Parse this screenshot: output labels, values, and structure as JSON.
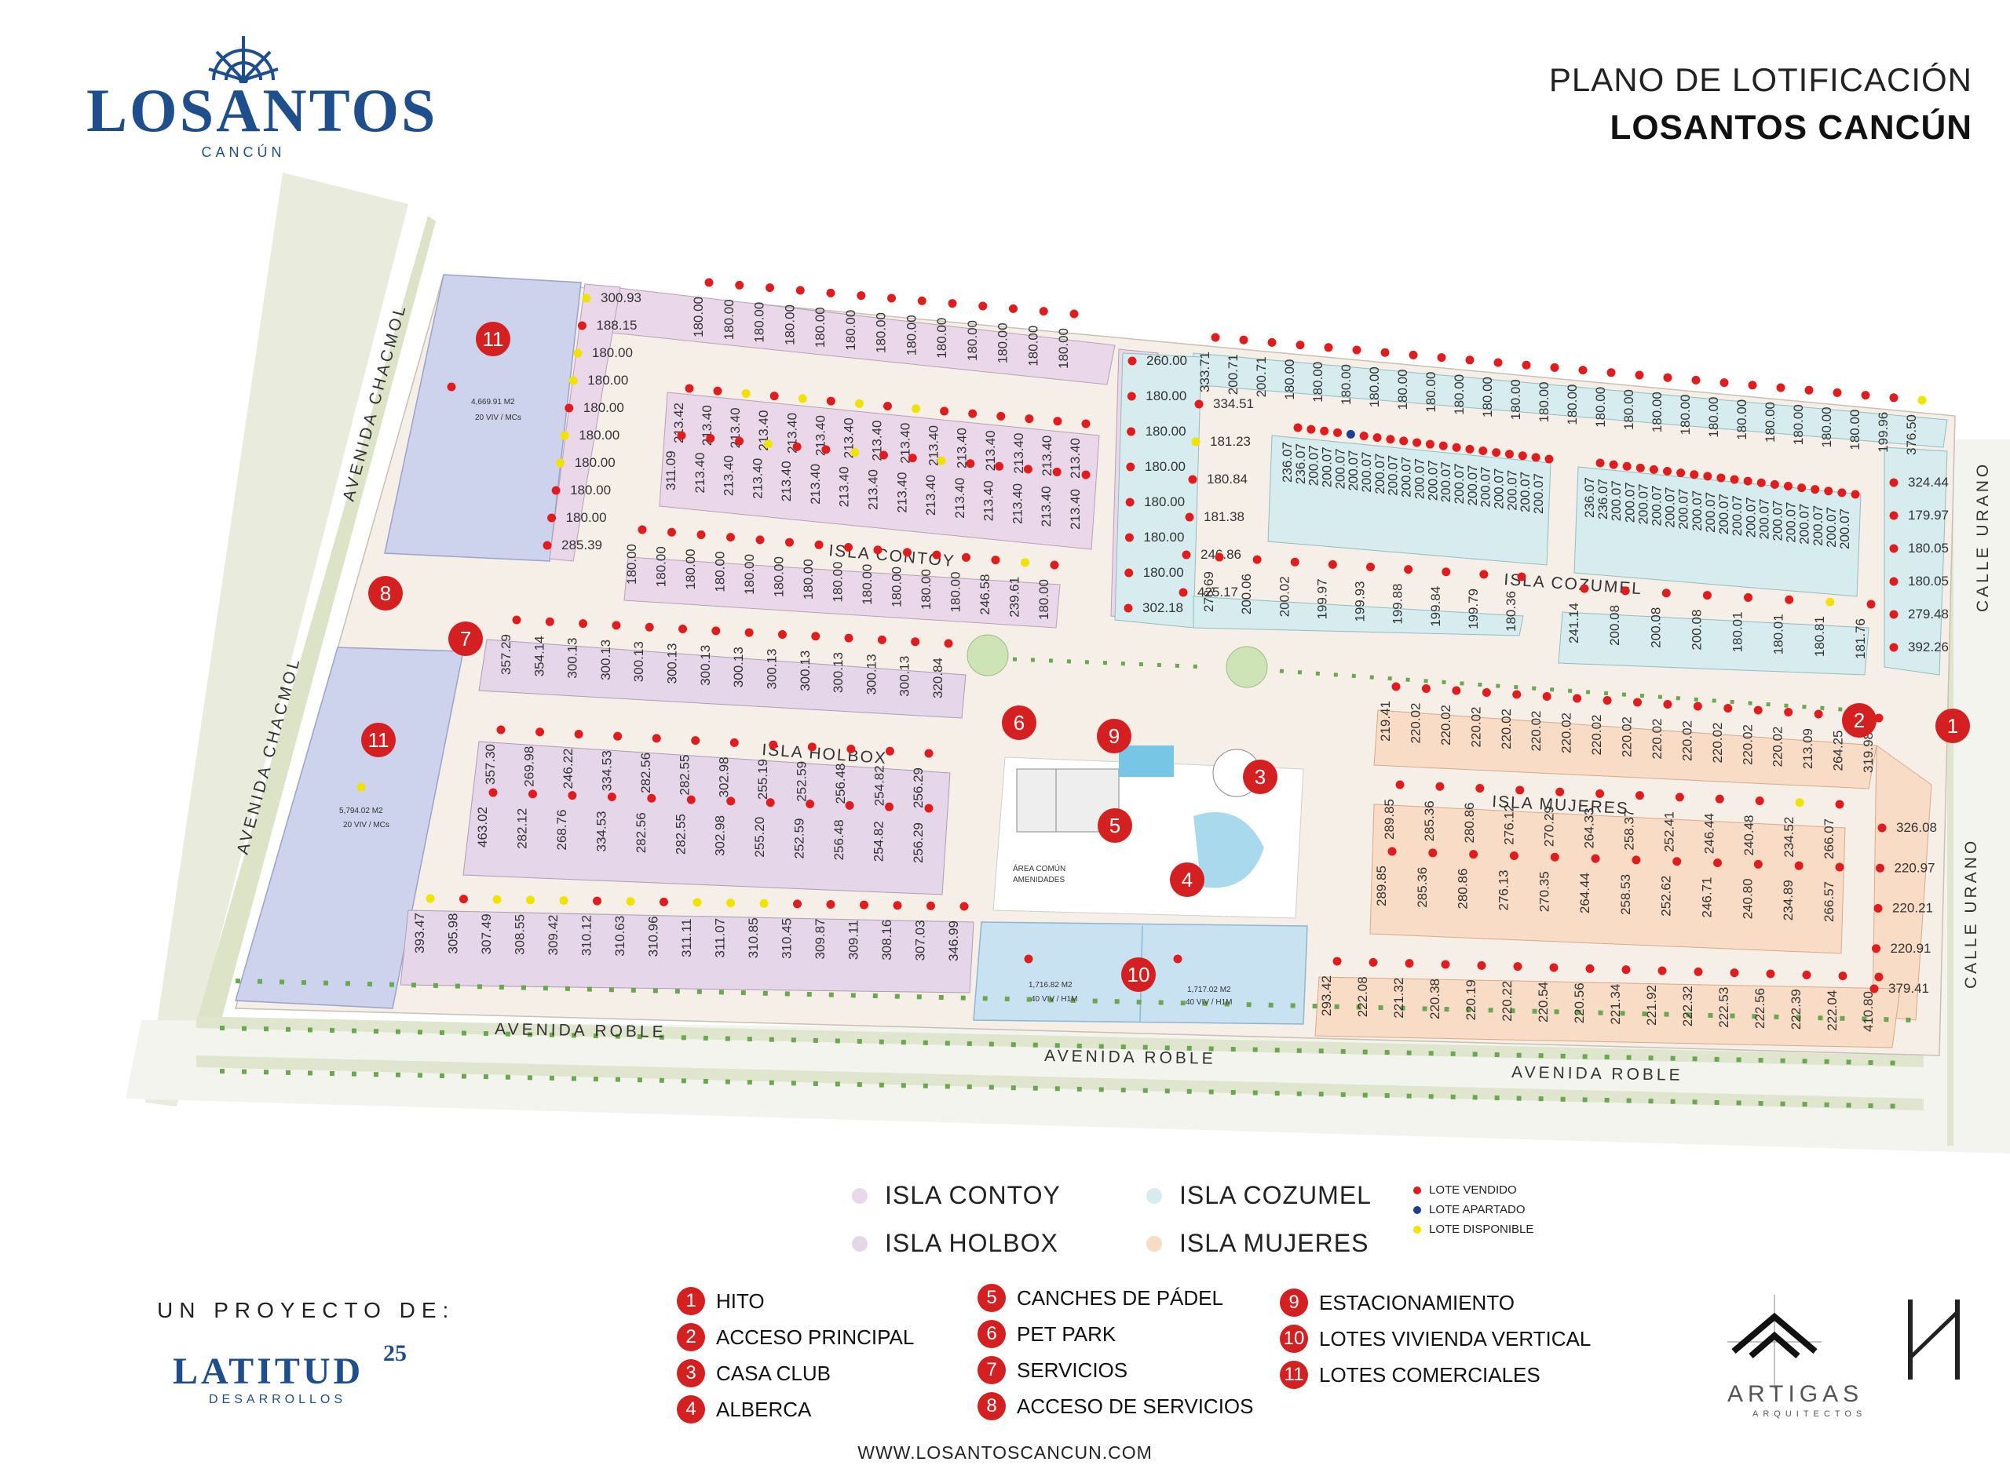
{
  "header": {
    "brand": "LOSANTOS",
    "brand_sub": "CANCÚN",
    "title_line1": "PLANO DE LOTIFICACIÓN",
    "title_line2": "LOSANTOS CANCÚN"
  },
  "roads": {
    "chacmol_top": "AVENIDA CHACMOL",
    "chacmol_bottom": "AVENIDA CHACMOL",
    "roble_1": "AVENIDA ROBLE",
    "roble_2": "AVENIDA ROBLE",
    "roble_3": "AVENIDA ROBLE",
    "urano_top": "CALLE URANO",
    "urano_bottom": "CALLE URANO"
  },
  "islas": {
    "contoy": "ISLA CONTOY",
    "cozumel": "ISLA COZUMEL",
    "holbox": "ISLA HOLBOX",
    "mujeres": "ISLA MUJERES"
  },
  "commercial": {
    "north_area": "4,669.91 M2",
    "north_units": "20 VIV / MCs",
    "south_area": "5,794.02 M2",
    "south_units": "20 VIV / MCs",
    "vertical_west_area": "1,716.82 M2",
    "vertical_west_units": "40 VIV / H1M",
    "vertical_east_area": "1,717.02 M2",
    "vertical_east_units": "40 VIV / H1M",
    "amenity_label_1": "ÁREA COMÚN",
    "amenity_label_2": "AMENIDADES"
  },
  "lots": {
    "contoy_top_row": [
      "180.00",
      "180.00",
      "180.00",
      "180.00",
      "180.00",
      "180.00",
      "180.00",
      "180.00",
      "180.00",
      "180.00",
      "180.00",
      "180.00",
      "180.00"
    ],
    "contoy_left_col": [
      "300.93",
      "188.15",
      "180.00",
      "180.00",
      "180.00",
      "180.00",
      "180.00",
      "180.00",
      "180.00",
      "285.39"
    ],
    "contoy_mid_upper": [
      "213.42",
      "213.40",
      "213.40",
      "213.40",
      "213.40",
      "213.40",
      "213.40",
      "213.40",
      "213.40",
      "213.40",
      "213.40",
      "213.40",
      "213.40",
      "213.40",
      "213.40"
    ],
    "contoy_mid_lower": [
      "311.09",
      "213.40",
      "213.40",
      "213.40",
      "213.40",
      "213.40",
      "213.40",
      "213.40",
      "213.40",
      "213.40",
      "213.40",
      "213.40",
      "213.40",
      "213.40",
      "213.40"
    ],
    "contoy_bottom_row": [
      "180.00",
      "180.00",
      "180.00",
      "180.00",
      "180.00",
      "180.00",
      "180.00",
      "180.00",
      "180.00",
      "180.00",
      "180.00",
      "180.00",
      "246.58",
      "239.61",
      "180.00"
    ],
    "contoy_east_col": [
      "260.00",
      "180.00",
      "180.00",
      "180.00",
      "180.00",
      "180.00",
      "180.00",
      "302.18"
    ],
    "cozumel_top_row": [
      "333.71",
      "200.71",
      "200.71",
      "180.00",
      "180.00",
      "180.00",
      "180.00",
      "180.00",
      "180.00",
      "180.00",
      "180.00",
      "180.00",
      "180.00",
      "180.00",
      "180.00",
      "180.00",
      "180.00",
      "180.00",
      "180.00",
      "180.00",
      "180.00",
      "180.00",
      "180.00",
      "180.00",
      "199.96",
      "376.50"
    ],
    "cozumel_west_col": [
      "334.51",
      "181.23",
      "180.84",
      "181.38",
      "246.86",
      "425.17"
    ],
    "cozumel_block_a": [
      "236.07",
      "236.07",
      "200.07",
      "200.07",
      "200.07",
      "200.07",
      "200.07",
      "200.07",
      "200.07",
      "200.07",
      "200.07",
      "200.07",
      "200.07",
      "200.07",
      "200.07",
      "200.07",
      "200.07",
      "200.07",
      "200.07",
      "200.07"
    ],
    "cozumel_block_b": [
      "236.07",
      "236.07",
      "200.07",
      "200.07",
      "200.07",
      "200.07",
      "200.07",
      "200.07",
      "200.07",
      "200.07",
      "200.07",
      "200.07",
      "200.07",
      "200.07",
      "200.07",
      "200.07",
      "200.07",
      "200.07",
      "200.07",
      "200.07"
    ],
    "cozumel_south_row": [
      "278.69",
      "200.06",
      "200.02",
      "199.97",
      "199.93",
      "199.88",
      "199.84",
      "199.79",
      "180.36"
    ],
    "cozumel_east_col": [
      "324.44",
      "179.97",
      "180.05",
      "180.05",
      "279.48",
      "392.26"
    ],
    "cozumel_small_block": [
      "241.14",
      "200.08",
      "200.08",
      "200.08",
      "180.01",
      "180.01",
      "180.81",
      "181.76"
    ],
    "holbox_top_row": [
      "357.29",
      "354.14",
      "300.13",
      "300.13",
      "300.13",
      "300.13",
      "300.13",
      "300.13",
      "300.13",
      "300.13",
      "300.13",
      "300.13",
      "300.13",
      "320.84"
    ],
    "holbox_mid_upper": [
      "357.30",
      "269.98",
      "246.22",
      "334.53",
      "282.56",
      "282.55",
      "302.98",
      "255.19",
      "252.59",
      "256.48",
      "254.82",
      "256.29"
    ],
    "holbox_mid_lower": [
      "463.02",
      "282.12",
      "268.76",
      "334.53",
      "282.56",
      "282.55",
      "302.98",
      "255.20",
      "252.59",
      "256.48",
      "254.82",
      "256.29"
    ],
    "holbox_bottom_row": [
      "393.47",
      "305.98",
      "307.49",
      "308.55",
      "309.42",
      "310.12",
      "310.63",
      "310.96",
      "311.11",
      "311.07",
      "310.85",
      "310.45",
      "309.87",
      "309.11",
      "308.16",
      "307.03",
      "346.99"
    ],
    "mujeres_top_row": [
      "219.41",
      "220.02",
      "220.02",
      "220.02",
      "220.02",
      "220.02",
      "220.02",
      "220.02",
      "220.02",
      "220.02",
      "220.02",
      "220.02",
      "220.02",
      "220.02",
      "213.09",
      "264.25",
      "319.98"
    ],
    "mujeres_mid_upper": [
      "289.85",
      "285.36",
      "280.86",
      "276.12",
      "270.29",
      "264.33",
      "258.37",
      "252.41",
      "246.44",
      "240.48",
      "234.52",
      "266.07"
    ],
    "mujeres_mid_lower": [
      "289.85",
      "285.36",
      "280.86",
      "276.13",
      "270.35",
      "264.44",
      "258.53",
      "252.62",
      "246.71",
      "240.80",
      "234.89",
      "266.57"
    ],
    "mujeres_east_col": [
      "326.08",
      "220.97",
      "220.21",
      "220.91",
      "379.41"
    ],
    "mujeres_bottom_row": [
      "293.42",
      "222.08",
      "221.32",
      "220.38",
      "220.19",
      "220.22",
      "220.54",
      "220.56",
      "221.34",
      "221.92",
      "222.32",
      "222.53",
      "222.56",
      "222.39",
      "222.04",
      "410.80"
    ]
  },
  "legend": {
    "zones": [
      {
        "label": "ISLA CONTOY",
        "color": "#ead8ea"
      },
      {
        "label": "ISLA COZUMEL",
        "color": "#d6ecee"
      },
      {
        "label": "ISLA HOLBOX",
        "color": "#e6d6ea"
      },
      {
        "label": "ISLA MUJERES",
        "color": "#f8dcc6"
      }
    ],
    "status": [
      {
        "label": "LOTE VENDIDO",
        "color": "#e01c1c"
      },
      {
        "label": "LOTE APARTADO",
        "color": "#1f3f8f"
      },
      {
        "label": "LOTE DISPONIBLE",
        "color": "#f2e200"
      }
    ],
    "references": [
      {
        "num": "1",
        "label": "HITO"
      },
      {
        "num": "2",
        "label": "ACCESO PRINCIPAL"
      },
      {
        "num": "3",
        "label": "CASA CLUB"
      },
      {
        "num": "4",
        "label": "ALBERCA"
      },
      {
        "num": "5",
        "label": "CANCHES DE PÁDEL"
      },
      {
        "num": "6",
        "label": "PET PARK"
      },
      {
        "num": "7",
        "label": "SERVICIOS"
      },
      {
        "num": "8",
        "label": "ACCESO DE SERVICIOS"
      },
      {
        "num": "9",
        "label": "ESTACIONAMIENTO"
      },
      {
        "num": "10",
        "label": "LOTES VIVIENDA VERTICAL"
      },
      {
        "num": "11",
        "label": "LOTES COMERCIALES"
      }
    ]
  },
  "footer": {
    "proyecto": "UN PROYECTO DE:",
    "latitud": "LATITUD",
    "latitud_num": "25",
    "latitud_sub": "DESARROLLOS",
    "website": "WWW.LOSANTOSCANCUN.COM",
    "artigas": "ARTIGAS",
    "artigas_sub": "ARQUITECTOS"
  },
  "colors": {
    "sold": "#e01c1c",
    "reserved": "#1f3f8f",
    "available": "#f2e200",
    "contoy": "#ead8ea",
    "cozumel": "#d6ecee",
    "holbox": "#e6d6ea",
    "mujeres": "#f8dcc6",
    "commercial": "#cdd3ec",
    "water": "#c9e2f2",
    "road": "#f3ece4",
    "marker": "#d42020"
  }
}
